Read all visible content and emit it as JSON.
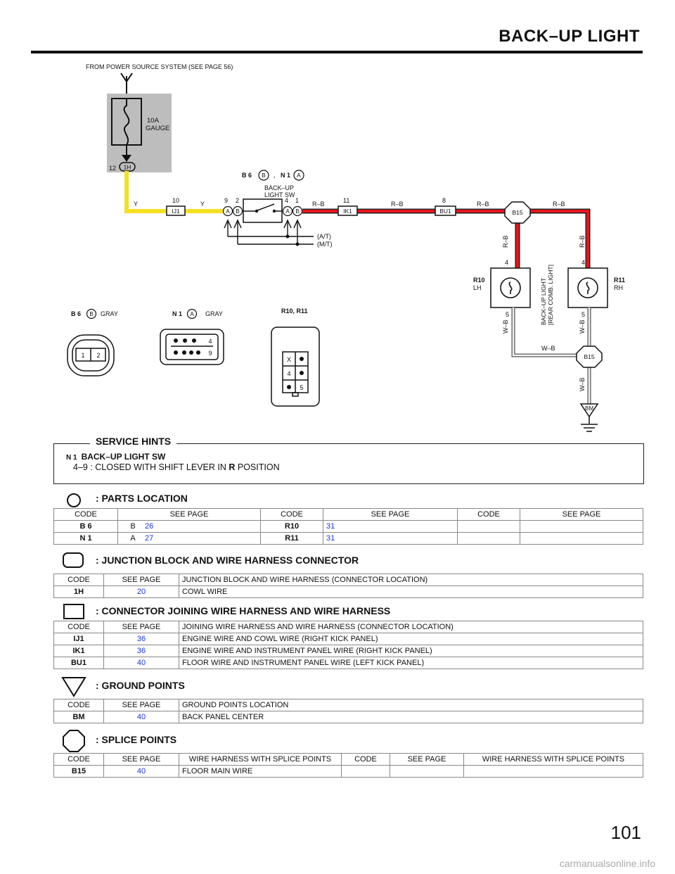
{
  "page": {
    "title": "BACK–UP LIGHT",
    "number": "101",
    "watermark": "carmanualsonline.info"
  },
  "diagram": {
    "source_note": "FROM POWER SOURCE SYSTEM (SEE PAGE 56)",
    "fuse_label_1": "10A",
    "fuse_label_2": "GAUGE",
    "fuse_conn_pin": "12",
    "fuse_conn_code": "1H",
    "wire_y": "Y",
    "wire_rb": "R–B",
    "wire_wb": "W–B",
    "conn_ij1": "IJ1",
    "conn_ik1": "IK1",
    "conn_bu1": "BU1",
    "splice_b15": "B15",
    "ground_bm": "BM",
    "pin_10": "10",
    "pin_9": "9",
    "pin_2": "2",
    "pin_4": "4",
    "pin_1": "1",
    "pin_11": "11",
    "pin_8": "8",
    "pin_5": "5",
    "switch_label_1": "BACK–UP",
    "switch_label_2": "LIGHT SW",
    "switch_code_b6": "B 6",
    "switch_code_n1": "N 1",
    "letter_a": "A",
    "letter_b": "B",
    "comma": ",",
    "at_label": "(A/T)",
    "mt_label": "(M/T)",
    "r10_code": "R10",
    "r10_side": "LH",
    "r11_code": "R11",
    "r11_side": "RH",
    "lamp_name_1": "BACK–UP LIGHT",
    "lamp_name_2": "[REAR COMB. LIGHT]",
    "conn_view_b6": "B 6",
    "conn_view_n1": "N 1",
    "conn_color_gray": "GRAY",
    "conn_view_r10r11": "R10, R11",
    "cpin_1": "1",
    "cpin_2": "2",
    "cpin_4": "4",
    "cpin_9": "9",
    "cpin_x": "X",
    "cpin_5": "5"
  },
  "service_hints": {
    "title": "SERVICE HINTS",
    "code": "N 1",
    "item": "BACK–UP LIGHT SW",
    "line_prefix": "4–9 : CLOSED WITH SHIFT LEVER IN ",
    "line_bold": "R",
    "line_suffix": " POSITION"
  },
  "parts_location": {
    "title": ": PARTS LOCATION",
    "headers": [
      "CODE",
      "SEE PAGE",
      "CODE",
      "SEE PAGE",
      "CODE",
      "SEE PAGE"
    ],
    "rows": [
      {
        "code": "B 6",
        "letter": "B",
        "page": "26",
        "code2": "R10",
        "page2": "31"
      },
      {
        "code": "N 1",
        "letter": "A",
        "page": "27",
        "code2": "R11",
        "page2": "31"
      }
    ]
  },
  "junction": {
    "title": ": JUNCTION BLOCK AND WIRE HARNESS CONNECTOR",
    "headers": [
      "CODE",
      "SEE PAGE",
      "JUNCTION BLOCK AND WIRE HARNESS (CONNECTOR LOCATION)"
    ],
    "rows": [
      {
        "code": "1H",
        "page": "20",
        "desc": "COWL WIRE"
      }
    ]
  },
  "joining": {
    "title": ": CONNECTOR JOINING WIRE HARNESS AND WIRE HARNESS",
    "headers": [
      "CODE",
      "SEE PAGE",
      "JOINING WIRE HARNESS AND WIRE HARNESS (CONNECTOR LOCATION)"
    ],
    "rows": [
      {
        "code": "IJ1",
        "page": "36",
        "desc": "ENGINE WIRE AND COWL WIRE (RIGHT KICK PANEL)"
      },
      {
        "code": "IK1",
        "page": "36",
        "desc": "ENGINE WIRE AND INSTRUMENT PANEL WIRE (RIGHT KICK PANEL)"
      },
      {
        "code": "BU1",
        "page": "40",
        "desc": "FLOOR WIRE AND INSTRUMENT PANEL WIRE (LEFT KICK PANEL)"
      }
    ]
  },
  "ground": {
    "title": ": GROUND POINTS",
    "headers": [
      "CODE",
      "SEE PAGE",
      "GROUND POINTS LOCATION"
    ],
    "rows": [
      {
        "code": "BM",
        "page": "40",
        "desc": "BACK PANEL CENTER"
      }
    ]
  },
  "splice": {
    "title": ": SPLICE POINTS",
    "headers": [
      "CODE",
      "SEE PAGE",
      "WIRE HARNESS WITH SPLICE POINTS",
      "CODE",
      "SEE PAGE",
      "WIRE HARNESS WITH SPLICE POINTS"
    ],
    "rows": [
      {
        "code": "B15",
        "page": "40",
        "desc": "FLOOR MAIN WIRE"
      }
    ]
  },
  "colors": {
    "wire_yellow": "#f5e022",
    "wire_red": "#e8141c",
    "fuse_box": "#bdbdbd",
    "page_link": "#1a35d8"
  }
}
